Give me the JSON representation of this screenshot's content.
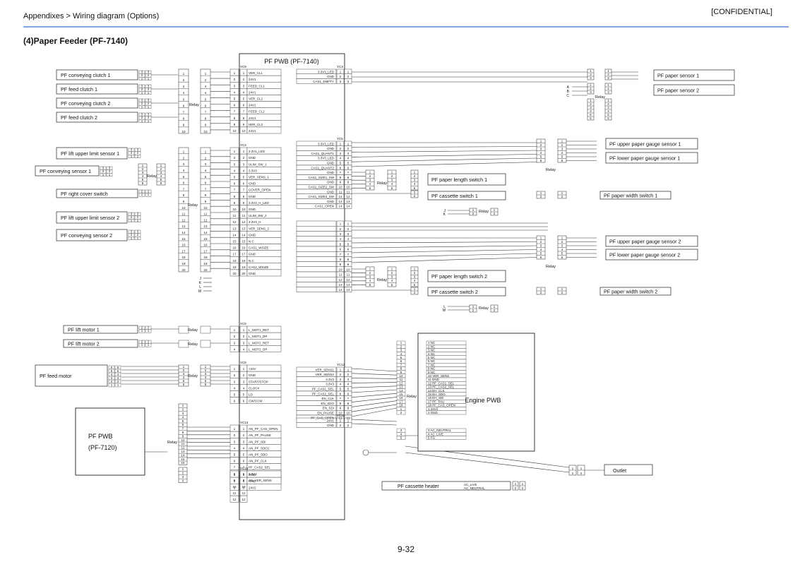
{
  "header": {
    "breadcrumb": "Appendixes > Wiring diagram (Options)",
    "confidential": "[CONFIDENTIAL]"
  },
  "section_title": "(4)Paper Feeder (PF-7140)",
  "page_number": "9-32",
  "main_board": {
    "title": "PF PWB (PF-7140)",
    "connectors": [
      "YC9",
      "YC4",
      "YC5",
      "YC3",
      "YC6",
      "YC8",
      "YC12",
      "YC11",
      "YC13",
      "YC10"
    ]
  },
  "relay_label": "Relay",
  "left_components": [
    "PF conveying clutch 1",
    "PF feed clutch 1",
    "PF conveying clutch 2",
    "PF feed clutch 2",
    "PF lift upper limit sensor 1",
    "PF conveying sensor 1",
    "PF right cover switch",
    "PF lift upper limit sensor 2",
    "PF conveying sensor 2",
    "PF lift motor 1",
    "PF lift motor 2",
    "PF feed motor"
  ],
  "right_components": [
    "PF paper sensor 1",
    "PF paper sensor 2",
    "PF upper paper gauge sensor 1",
    "PF lower paper gauge sensor 1",
    "PF paper length switch 1",
    "PF cassette switch 1",
    "PF paper width switch 1",
    "PF upper paper gauge sensor 2",
    "PF lower paper gauge sensor 2",
    "PF paper length switch 2",
    "PF cassette switch 2",
    "PF paper width switch 2",
    "Outlet",
    "PF cassette heater"
  ],
  "pf7120_board": {
    "line1": "PF PWB",
    "line2": "(PF-7120)"
  },
  "engine_board": "Engine PWB",
  "yc9_signals": [
    "VER_CL1",
    "24V1",
    "FEED_CL1",
    "24V1",
    "VER_CL2",
    "24V1",
    "FEED_CL2",
    "24V1",
    "HER_CL2",
    "24V1"
  ],
  "yc4_signals": [
    "3.3V1_LED",
    "GND",
    "ULIM_SW_1",
    "3.3V3",
    "VER_SENS_1",
    "GND",
    "COVER_OPEN",
    "GND",
    "3.3V3_H_LED",
    "GND",
    "ULIM_SW_2",
    "3.3V3_H",
    "VER_SENS_2",
    "GND",
    "N.C",
    "CAS1_WSIZE",
    "GND",
    "N.C",
    "CAS2_WSIZE",
    "GND"
  ],
  "yc3_signals": [
    "3.3V3_LED",
    "GND",
    "CAS1_EMPTY"
  ],
  "yc5_signals": [
    "3.3V3_LED",
    "GND",
    "CAS1_QUANT1",
    "3.3V3_LED",
    "GND",
    "CAS1_QUANT2",
    "GND",
    "CAS1_SIZE1_SW",
    "GND",
    "CAS1_SIZE2_SW",
    "GND",
    "CAS1_SIZE3_SW",
    "GND",
    "CAS1_OPEN"
  ],
  "yc6_signals": [
    "L_MOT1_RET",
    "L_MOT1_DR",
    "L_MOT2_RET",
    "L_MOT2_DR"
  ],
  "yc8_signals": [
    "+24V",
    "GND",
    "START/STOP",
    "CLOCK",
    "LD",
    "CW/CCW"
  ],
  "yc12_signals": [
    "VER_SENS1",
    "VER_SENS2",
    "3.3V3",
    "3.3V3",
    "PF_CAS1_SEL",
    "PF_CAS2_SEL",
    "EN_CLK",
    "EN_SDO",
    "EN_SDI",
    "EN_PAUSE",
    "PF_CAS_OPEN"
  ],
  "yc11_signals": [
    "24V1",
    "GND"
  ],
  "yc13_signals": [
    "AN_PF_CAS_OPEN",
    "AN_PF_PAUSE",
    "AN_PF_SDI",
    "AN_PF_SDO1",
    "AN_PF_SDO",
    "AN_PF_CLK",
    "PF_CAS2_SEL",
    "3.3V3",
    "AN_VER_SENS"
  ],
  "yc10_signals": [
    "GND",
    "GND",
    "24V2"
  ],
  "engine_signals": [
    "NC",
    "NC",
    "NC",
    "NC",
    "NC",
    "NC",
    "NC",
    "NC",
    "NC",
    "VER_SENS",
    "GND",
    "PF_CAS1_SEL",
    "PF_CAS2_SEL",
    "EH_CLK",
    "EH_SDO",
    "EH_SDI",
    "PF_PAU",
    "PF_CAS_OPEN",
    "24V2",
    "GND",
    "AC_NEUTRAL",
    "AC_LIVE",
    "FG"
  ],
  "heater_signals": [
    "AC_LIVE",
    "AC_NEUTRAL"
  ],
  "markers": [
    "J",
    "K",
    "L",
    "M",
    "A",
    "B",
    "C"
  ]
}
